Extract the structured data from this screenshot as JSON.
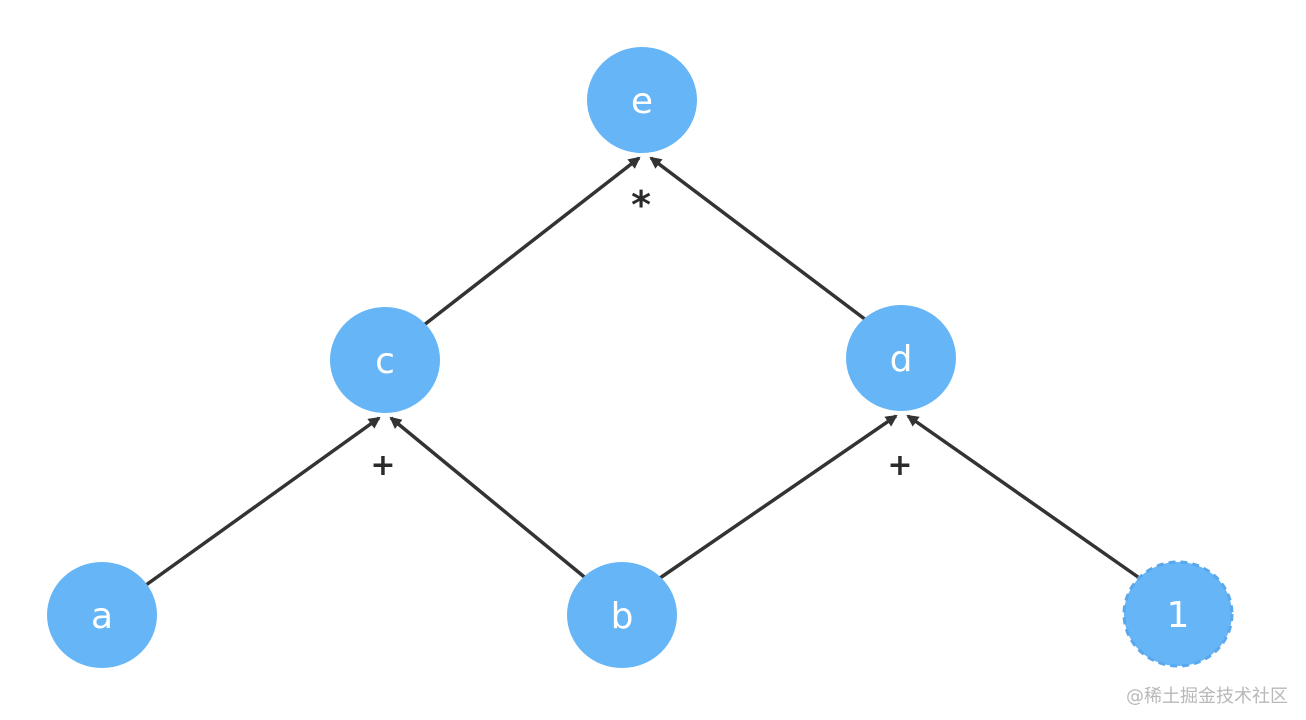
{
  "diagram": {
    "node_color": "#66B5F6",
    "edge_color": "#333333",
    "nodes": [
      {
        "id": "e",
        "label": "e"
      },
      {
        "id": "c",
        "label": "c"
      },
      {
        "id": "d",
        "label": "d"
      },
      {
        "id": "a",
        "label": "a"
      },
      {
        "id": "b",
        "label": "b"
      },
      {
        "id": "one",
        "label": "1",
        "style": "dashed"
      }
    ],
    "edges": [
      {
        "from": "c",
        "to": "e"
      },
      {
        "from": "d",
        "to": "e"
      },
      {
        "from": "a",
        "to": "c"
      },
      {
        "from": "b",
        "to": "c"
      },
      {
        "from": "b",
        "to": "d"
      },
      {
        "from": "one",
        "to": "d"
      }
    ],
    "operators": [
      {
        "target": "e",
        "symbol": "*"
      },
      {
        "target": "c",
        "symbol": "+"
      },
      {
        "target": "d",
        "symbol": "+"
      }
    ]
  },
  "watermark": {
    "text": "@稀土掘金技术社区"
  }
}
